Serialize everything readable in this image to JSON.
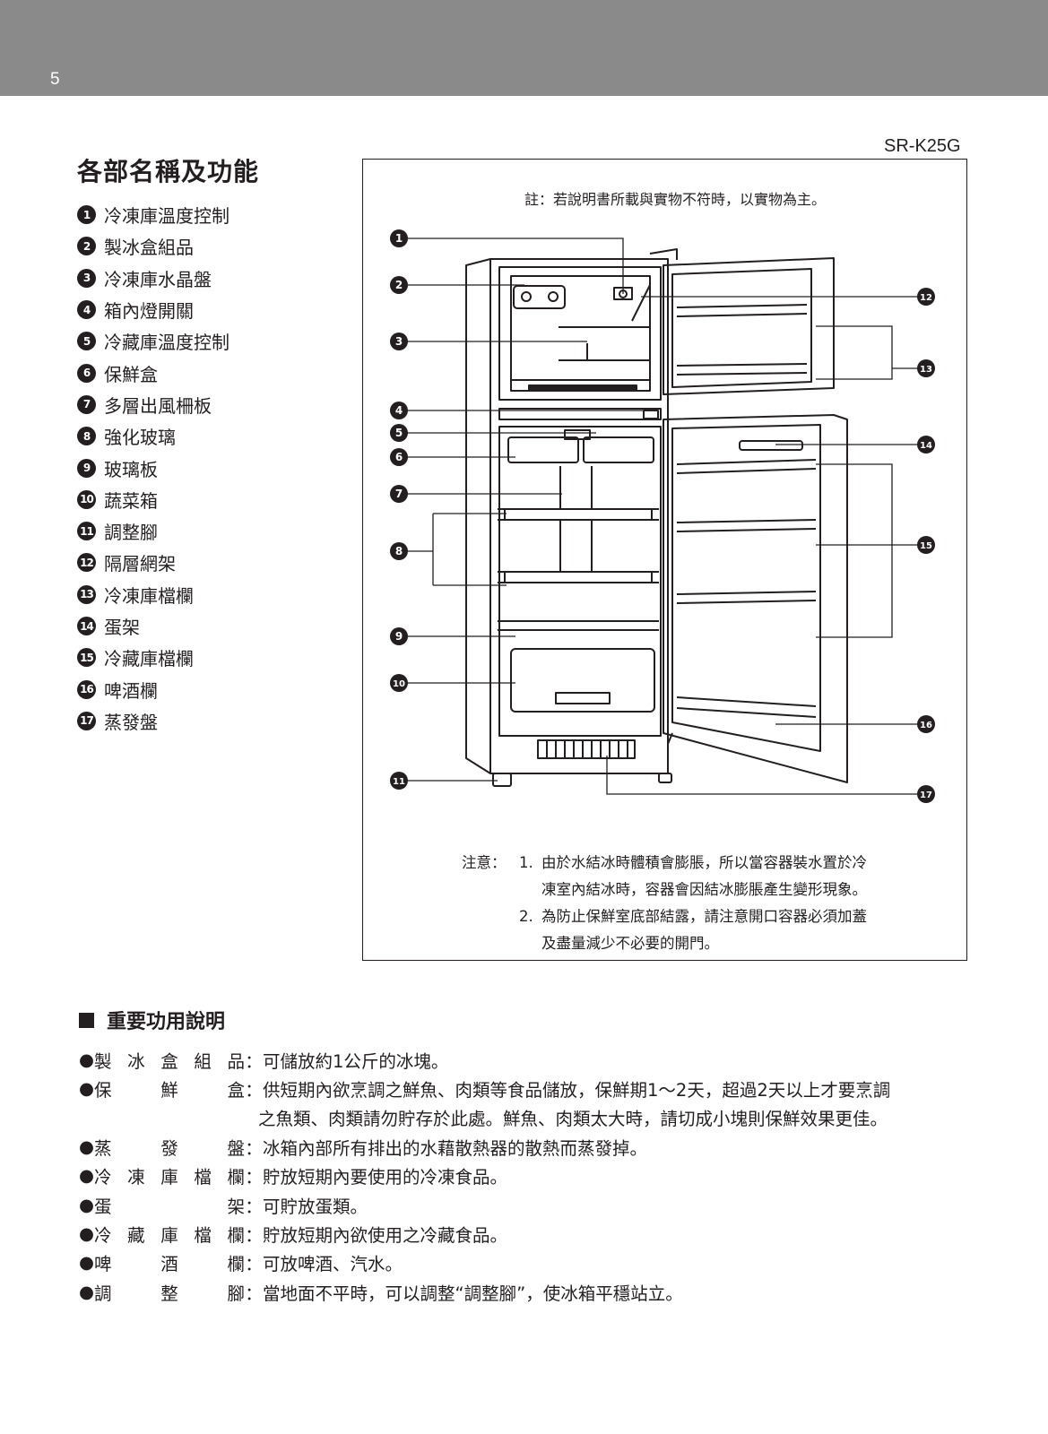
{
  "page_number": "5",
  "section_title": "各部名稱及功能",
  "model": "SR-K25G",
  "parts": [
    {
      "num": "1",
      "name": "冷凍庫溫度控制"
    },
    {
      "num": "2",
      "name": "製冰盒組品"
    },
    {
      "num": "3",
      "name": "冷凍庫水晶盤"
    },
    {
      "num": "4",
      "name": "箱內燈開關"
    },
    {
      "num": "5",
      "name": "冷藏庫溫度控制"
    },
    {
      "num": "6",
      "name": "保鮮盒"
    },
    {
      "num": "7",
      "name": "多層出風柵板"
    },
    {
      "num": "8",
      "name": "強化玻璃"
    },
    {
      "num": "9",
      "name": "玻璃板"
    },
    {
      "num": "10",
      "name": "蔬菜箱"
    },
    {
      "num": "11",
      "name": "調整腳"
    },
    {
      "num": "12",
      "name": "隔層網架"
    },
    {
      "num": "13",
      "name": "冷凍庫檔欄"
    },
    {
      "num": "14",
      "name": "蛋架"
    },
    {
      "num": "15",
      "name": "冷藏庫檔欄"
    },
    {
      "num": "16",
      "name": "啤酒欄"
    },
    {
      "num": "17",
      "name": "蒸發盤"
    }
  ],
  "diagram": {
    "note": "註：若說明書所載與實物不符時，以實物為主。",
    "callouts": [
      "1",
      "2",
      "3",
      "4",
      "5",
      "6",
      "7",
      "8",
      "9",
      "10",
      "11",
      "12",
      "13",
      "14",
      "15",
      "16",
      "17"
    ]
  },
  "caution": {
    "label": "注意：",
    "items": [
      {
        "num": "1.",
        "lines": [
          "由於水結冰時體積會膨脹，所以當容器裝水置於冷",
          "凍室內結冰時，容器會因結冰膨脹產生變形現象。"
        ]
      },
      {
        "num": "2.",
        "lines": [
          "為防止保鮮室底部結露，請注意開口容器必須加蓋",
          "及盡量減少不必要的開門。"
        ]
      }
    ]
  },
  "important": {
    "title": "重要功用說明",
    "items": [
      {
        "bullet": "●",
        "term": [
          "製",
          "冰",
          "盒",
          "組",
          "品"
        ],
        "desc": "可儲放約1公斤的冰塊。"
      },
      {
        "bullet": "●",
        "term": [
          "保",
          "鮮",
          "盒"
        ],
        "desc": "供短期內欲烹調之鮮魚、肉類等食品儲放，保鮮期1～2天，超過2天以上才要烹調",
        "cont": "之魚類、肉類請勿貯存於此處。鮮魚、肉類太大時，請切成小塊則保鮮效果更佳。"
      },
      {
        "bullet": "●",
        "term": [
          "蒸",
          "發",
          "盤"
        ],
        "desc": "冰箱內部所有排出的水藉散熱器的散熱而蒸發掉。"
      },
      {
        "bullet": "●",
        "term": [
          "冷",
          "凍",
          "庫",
          "檔",
          "欄"
        ],
        "desc": "貯放短期內要使用的冷凍食品。"
      },
      {
        "bullet": "●",
        "term": [
          "蛋",
          "架"
        ],
        "desc": "可貯放蛋類。"
      },
      {
        "bullet": "●",
        "term": [
          "冷",
          "藏",
          "庫",
          "檔",
          "欄"
        ],
        "desc": "貯放短期內欲使用之冷藏食品。"
      },
      {
        "bullet": "●",
        "term": [
          "啤",
          "酒",
          "欄"
        ],
        "desc": "可放啤酒、汽水。"
      },
      {
        "bullet": "●",
        "term": [
          "調",
          "整",
          "腳"
        ],
        "desc": "當地面不平時，可以調整“調整腳”，使冰箱平穩站立。"
      }
    ],
    "colon": "："
  }
}
